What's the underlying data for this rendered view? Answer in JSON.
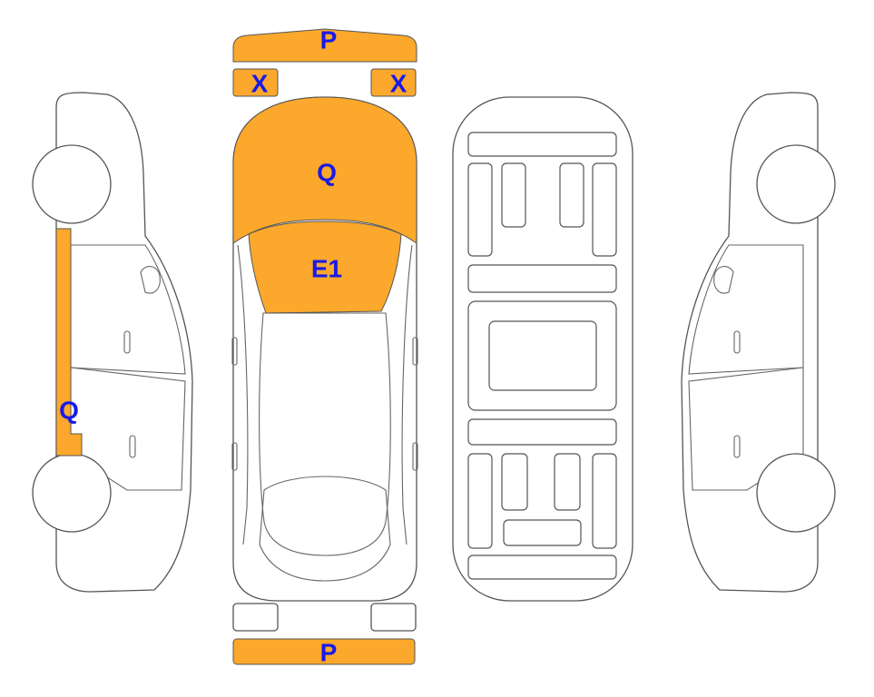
{
  "colors": {
    "damage_fill": "#FBA82C",
    "label_text": "#1A1AE6",
    "outline": "#555555"
  },
  "views": {
    "top": {
      "front_bumper": {
        "label": "P",
        "damaged": true
      },
      "headlight_left": {
        "label": "X",
        "damaged": true
      },
      "headlight_right": {
        "label": "X",
        "damaged": true
      },
      "hood": {
        "label": "Q",
        "damaged": true
      },
      "windshield": {
        "label": "E1",
        "damaged": true
      },
      "taillight_left": {
        "label": "",
        "damaged": false
      },
      "taillight_right": {
        "label": "",
        "damaged": false
      },
      "rear_bumper": {
        "label": "P",
        "damaged": true
      }
    },
    "left_side": {
      "a_pillar": {
        "label": "Q",
        "damaged": true
      }
    },
    "underbody": {},
    "right_side": {}
  }
}
